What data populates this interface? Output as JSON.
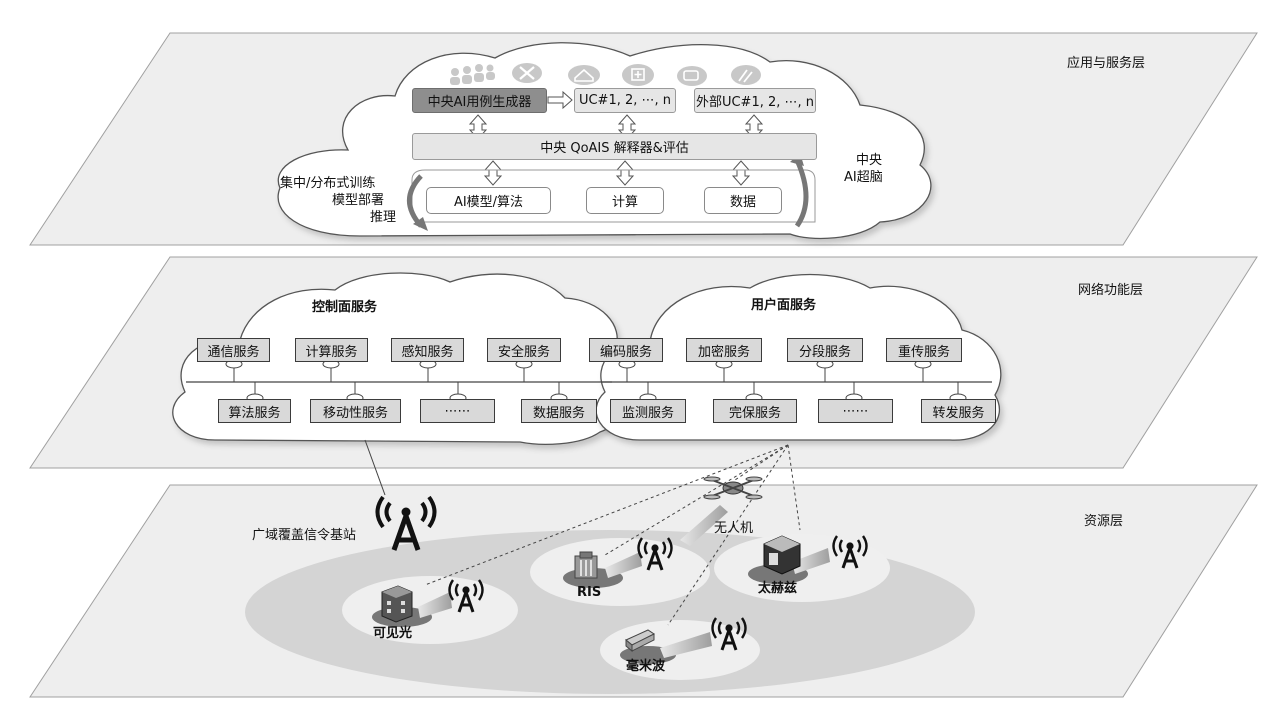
{
  "layers": {
    "app": "应用与服务层",
    "network": "网络功能层",
    "resource": "资源层"
  },
  "ai_brain": {
    "title_line1": "中央",
    "title_line2": "AI超脑",
    "generator": "中央AI用例生成器",
    "uc_internal": "UC#1, 2, ⋯, n",
    "uc_external": "外部UC#1, 2, ⋯, n",
    "qoais": "中央 QoAIS 解释器&评估",
    "train_line1": "集中/分布式训练",
    "train_line2": "模型部署",
    "train_line3": "推理",
    "model": "AI模型/算法",
    "compute": "计算",
    "data": "数据"
  },
  "network_functions": {
    "control_title": "控制面服务",
    "user_title": "用户面服务",
    "control_top": [
      "通信服务",
      "计算服务",
      "感知服务",
      "安全服务"
    ],
    "control_bottom": [
      "算法服务",
      "移动性服务",
      "⋯⋯",
      "数据服务"
    ],
    "user_top": [
      "编码服务",
      "加密服务",
      "分段服务",
      "重传服务"
    ],
    "user_bottom": [
      "监测服务",
      "完保服务",
      "⋯⋯",
      "转发服务"
    ]
  },
  "resources": {
    "base_station": "广域覆盖信令基站",
    "drone": "无人机",
    "ris": "RIS",
    "thz": "太赫兹",
    "visible": "可见光",
    "mmwave": "毫米波"
  },
  "colors": {
    "plane_fill": "#eeeeee",
    "plane_stroke": "#a0a0a0",
    "cloud_stroke": "#555555",
    "service_fill": "#d9d9d9",
    "ellipse_big": "#d4d4d4",
    "ellipse_small": "#efefef"
  },
  "icons": [
    "users-icon",
    "tools-icon",
    "home-icon",
    "medical-icon",
    "car-icon",
    "satellite-icon",
    "antenna-icon",
    "drone-icon",
    "building-icon"
  ]
}
